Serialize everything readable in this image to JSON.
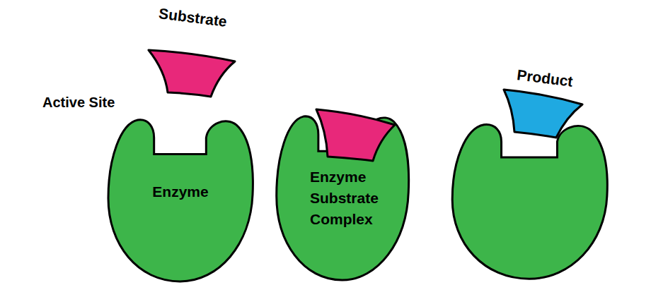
{
  "diagram": {
    "nodes": [
      {
        "text": [
          "Substrate"
        ]
      },
      {
        "text": [
          "Enzyme"
        ]
      },
      {
        "text": [
          "Enzyme Substrate Complex"
        ]
      },
      {
        "text": [
          "Product"
        ]
      }
    ],
    "labels": [
      "Active Site"
    ]
  }
}
